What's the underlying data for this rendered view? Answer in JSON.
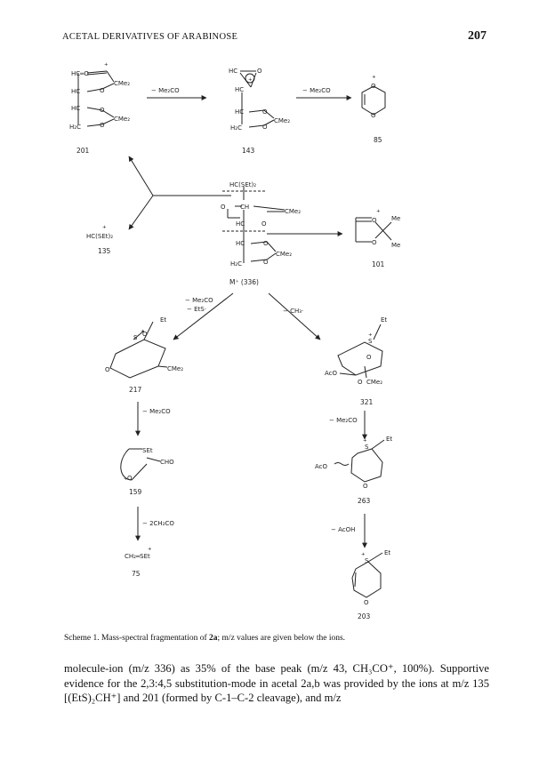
{
  "header": {
    "running_title": "ACETAL DERIVATIVES OF ARABINOSE",
    "page_number": "207"
  },
  "scheme": {
    "labels": {
      "ion_201": "201",
      "ion_143": "143",
      "ion_85": "85",
      "ion_135": "135",
      "ion_101": "101",
      "ion_217": "217",
      "ion_321": "321",
      "ion_159": "159",
      "ion_263": "263",
      "ion_75": "75",
      "ion_203": "203",
      "molecular_ion": "M⁺ (336)"
    },
    "losses": {
      "loss_201_to_143": "− Me₂CO",
      "loss_143_to_85": "− Me₂CO",
      "loss_M_to_217_a": "− Me₂CO",
      "loss_M_to_217_b": "− EtS·",
      "loss_M_to_321": "− CH₃·",
      "loss_217_to_159": "− Me₂CO",
      "loss_321_to_263": "− Me₂CO",
      "loss_159_to_75": "− 2CH₂CO",
      "loss_263_to_203": "− AcOH"
    },
    "fragments": {
      "hc_plus": "HC═O",
      "hc": "HC",
      "h2c": "H₂C",
      "o": "O",
      "cme2": "CMe₂",
      "hcset2": "HC(SEt)₂",
      "hcset2_ion": "HC(SEt)₂",
      "ch": "CH",
      "et": "Et",
      "set": "SEt",
      "cho": "CHO",
      "aco": "AcO",
      "me": "Me",
      "s": "S",
      "ch2set": "CH₂═SEt",
      "plus": "+"
    }
  },
  "caption": {
    "prefix": "Scheme 1. Mass-spectral fragmentation of ",
    "compound": "2a",
    "suffix": "; m/z values are given below the ions."
  },
  "body": {
    "paragraph": "molecule-ion (m/z 336) as 35% of the base peak (m/z 43, CH₃CO⁺, 100%). Supportive evidence for the 2,3:4,5 substitution-mode in acetal 2a,b was provided by the ions at m/z 135 [(EtS)₂CH⁺] and 201 (formed by C-1–C-2 cleavage), and m/z"
  }
}
